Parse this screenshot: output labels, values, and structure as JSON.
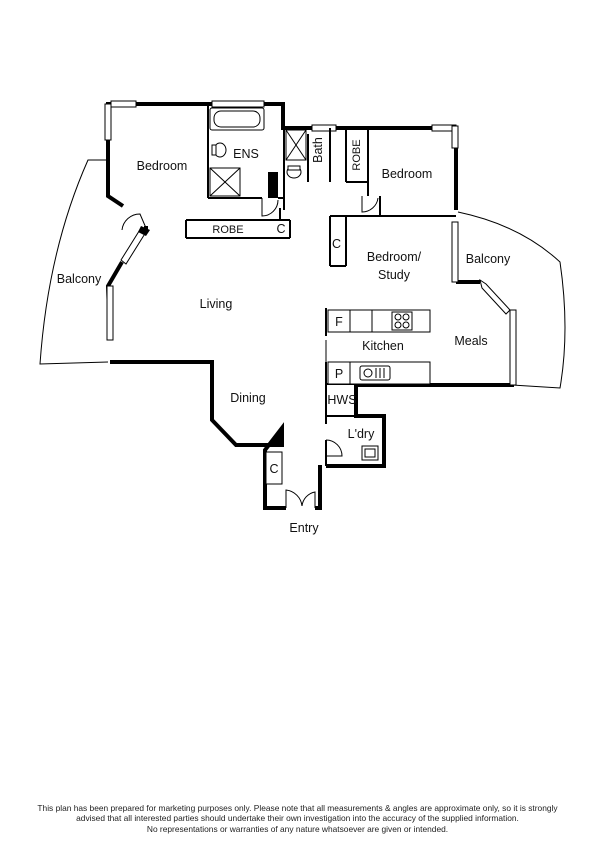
{
  "rooms": {
    "bedroom_1": "Bedroom",
    "ensuite": "ENS",
    "bath": "Bath",
    "robe_small": "ROBE",
    "bedroom_2": "Bedroom",
    "robe_hall": "ROBE",
    "cupboard_hall": "C",
    "balcony_left": "Balcony",
    "living": "Living",
    "cupboard_study": "C",
    "bedroom_study": "Bedroom/\nStudy",
    "balcony_right": "Balcony",
    "fridge": "F",
    "kitchen": "Kitchen",
    "meals": "Meals",
    "pantry": "P",
    "dining": "Dining",
    "hws": "HWS",
    "laundry": "L'dry",
    "cupboard_entry": "C",
    "entry": "Entry"
  },
  "disclaimer": [
    "This plan has been prepared for marketing purposes only. Please note that all measurements & angles are approximate only, so it is strongly",
    "advised that all interested parties should undertake their own investigation into the accuracy of the supplied information.",
    "No representations or warranties of any nature whatsoever are given or intended."
  ]
}
